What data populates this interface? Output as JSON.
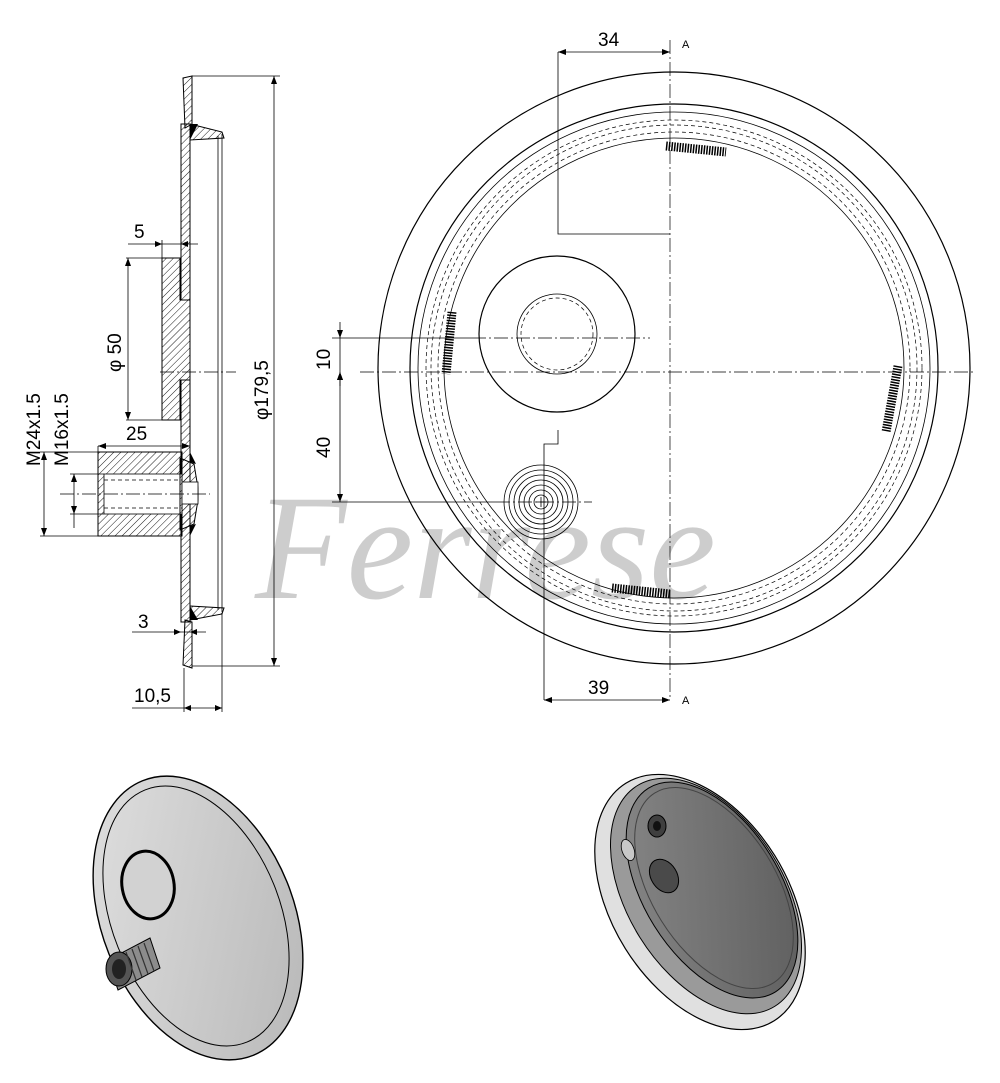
{
  "watermark": "Ferrese",
  "side_view": {
    "dim_top_width": "5",
    "dim_bore_diameter": "φ 50",
    "dim_outer_diameter": "φ179,5",
    "dim_outer_thread": "M24x1.5",
    "dim_inner_thread": "M16x1.5",
    "dim_fitting_length": "25",
    "dim_bottom_width": "3",
    "dim_total_depth": "10,5"
  },
  "front_view": {
    "dim_top_offset": "34",
    "dim_bottom_offset": "39",
    "dim_vertical_10": "10",
    "dim_vertical_40": "40",
    "section_label_top": "A",
    "section_label_bottom": "A"
  },
  "colors": {
    "line": "#000000",
    "watermark": "#bdbdbd",
    "iso_left_face": "#c9c9c9",
    "iso_right_face": "#6e6e6e"
  }
}
